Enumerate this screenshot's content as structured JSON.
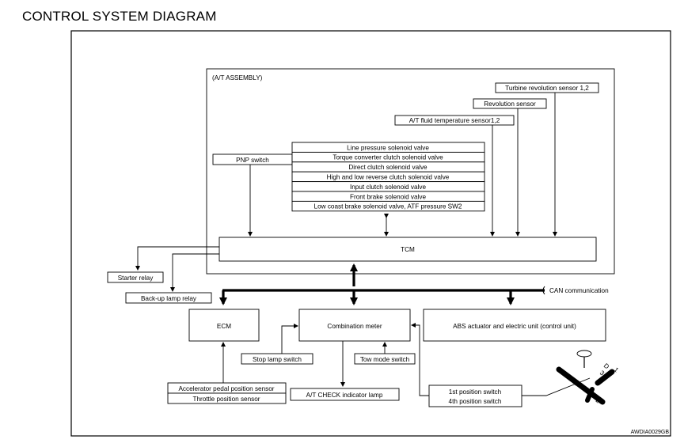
{
  "page_title": "CONTROL SYSTEM DIAGRAM",
  "assembly_label": "(A/T ASSEMBLY)",
  "sensors": {
    "turbine": "Turbine revolution sensor 1,2",
    "revolution": "Revolution sensor",
    "fluid_temp": "A/T fluid temperature sensor1,2"
  },
  "pnp_switch": "PNP switch",
  "solenoid_valves": [
    "Line pressure solenoid valve",
    "Torque converter clutch solenoid valve",
    "Direct clutch solenoid valve",
    "High and low reverse clutch solenoid valve",
    "Input clutch solenoid valve",
    "Front brake solenoid valve",
    "Low coast brake solenoid valve, ATF pressure SW2"
  ],
  "tcm": "TCM",
  "starter_relay": "Starter relay",
  "backup_lamp_relay": "Back-up lamp relay",
  "can_communication": "CAN communication",
  "ecm": "ECM",
  "combination_meter": "Combination meter",
  "abs_unit": "ABS actuator and electric unit (control unit)",
  "stop_lamp_switch": "Stop lamp switch",
  "tow_mode_switch": "Tow mode switch",
  "accel_sensor": "Accelerator pedal position sensor",
  "throttle_sensor": "Throttle position sensor",
  "at_check_lamp": "A/T CHECK indicator lamp",
  "position_switch_1": "1st position switch",
  "position_switch_4": "4th position switch",
  "shift_positions": [
    "P",
    "R",
    "N",
    "D",
    "3",
    "1",
    "2"
  ],
  "figure_code": "AWDIA0029GB"
}
